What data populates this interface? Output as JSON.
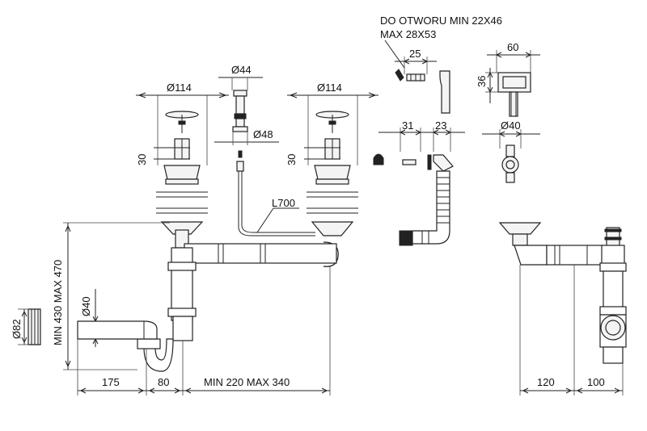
{
  "labels": {
    "note_line1": "DO OTWORU MIN 22X46",
    "note_line2": "MAX 28X53",
    "d114_left": "Ø114",
    "d114_right": "Ø114",
    "d44": "Ø44",
    "d48": "Ø48",
    "h30_left": "30",
    "h30_right": "30",
    "l700": "L700",
    "w25": "25",
    "w60": "60",
    "h36": "36",
    "w31": "31",
    "w23": "23",
    "d40_top": "Ø40",
    "height_range": "MIN 430 MAX 470",
    "d82": "Ø82",
    "d40_side": "Ø40",
    "w175": "175",
    "w80": "80",
    "width_range": "MIN 220 MAX 340",
    "w120": "120",
    "w100": "100"
  }
}
